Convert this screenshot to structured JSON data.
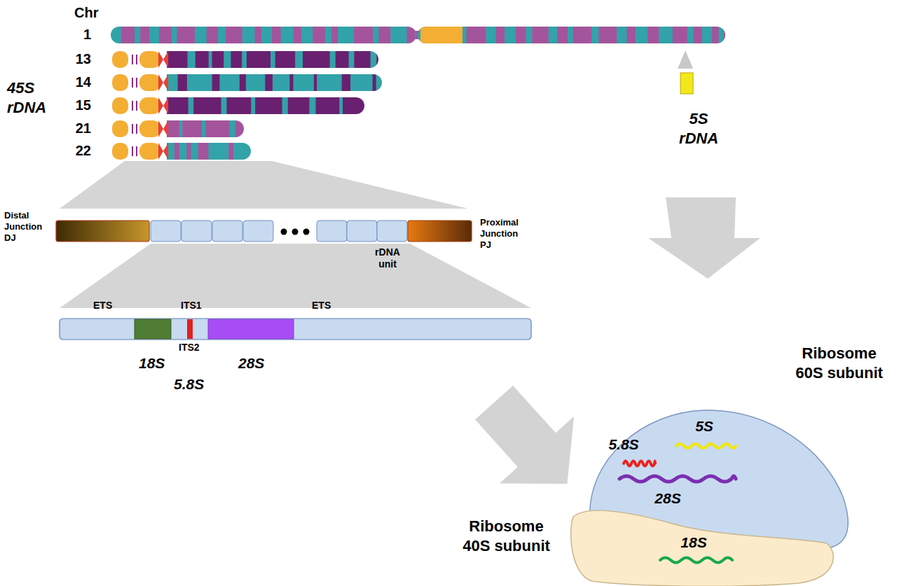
{
  "diagram": {
    "nodes": [
      {
        "text": [
          "1"
        ]
      },
      {
        "text": [
          "13"
        ]
      },
      {
        "text": [
          "14"
        ]
      },
      {
        "text": [
          "15"
        ]
      },
      {
        "text": [
          "21"
        ]
      },
      {
        "text": [
          "22"
        ]
      },
      {
        "text": [
          "5S rDNA"
        ]
      },
      {
        "text": [
          "Distal Junction DJ"
        ]
      },
      {
        "text": [
          "Proximal Junction PJ"
        ]
      },
      {
        "text": [
          "Ribosome 60S subunit"
        ]
      },
      {
        "text": [
          "5S"
        ],
        "in": 9
      },
      {
        "text": [
          "5.8S"
        ],
        "in": 9
      },
      {
        "text": [
          "28S"
        ],
        "in": 9
      },
      {
        "text": [
          "Ribosome 40S subunit"
        ]
      },
      {
        "text": [
          "18S"
        ],
        "in": 13
      }
    ],
    "labels": [
      "Chr",
      "45S rDNA",
      "rDNA unit",
      "ETS",
      "ITS1",
      "ETS",
      "ITS2",
      "18S",
      "5.8S",
      "28S"
    ]
  }
}
